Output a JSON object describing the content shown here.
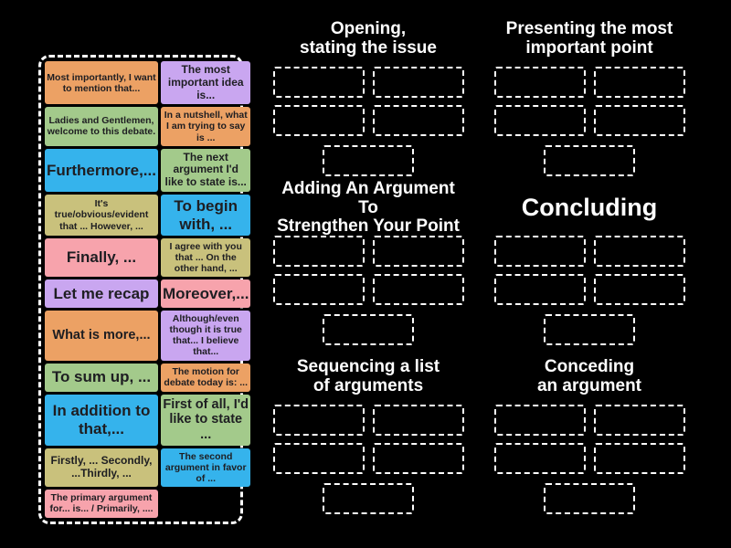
{
  "colors": {
    "orange": "#eca164",
    "lavender": "#c9a6f0",
    "green": "#a3ca8b",
    "blue": "#35b3ec",
    "khaki": "#c9c17c",
    "pink": "#f7a3ac",
    "tile_text": "#1e1e22",
    "header_text": "#ffffff",
    "slot_border": "#ffffff",
    "background": "#000000"
  },
  "tiles": [
    {
      "text": "Most importantly, I want to mention that...",
      "color": "orange",
      "size": "sm"
    },
    {
      "text": "The most important idea is...",
      "color": "lavender",
      "size": "md"
    },
    {
      "text": "Ladies and Gentlemen, welcome to this debate.",
      "color": "green",
      "size": "sm"
    },
    {
      "text": "In a nutshell, what I am trying to say is ...",
      "color": "orange",
      "size": "sm"
    },
    {
      "text": "Furthermore,...",
      "color": "blue",
      "size": "xl"
    },
    {
      "text": "The next argument I'd like to state is...",
      "color": "green",
      "size": "md"
    },
    {
      "text": "It's true/obvious/evident that ... However, ...",
      "color": "khaki",
      "size": "sm"
    },
    {
      "text": "To begin with, ...",
      "color": "blue",
      "size": "xl"
    },
    {
      "text": "Finally, ...",
      "color": "pink",
      "size": "xl"
    },
    {
      "text": "I agree with you that ... On the other hand, ...",
      "color": "khaki",
      "size": "sm"
    },
    {
      "text": "Let me recap",
      "color": "lavender",
      "size": "xl"
    },
    {
      "text": "Moreover,...",
      "color": "pink",
      "size": "xl"
    },
    {
      "text": "What is more,...",
      "color": "orange",
      "size": "lg"
    },
    {
      "text": "Although/even though it is true that... I believe that...",
      "color": "lavender",
      "size": "sm"
    },
    {
      "text": "To sum up, ...",
      "color": "green",
      "size": "xl"
    },
    {
      "text": "The motion for debate today is: ...",
      "color": "orange",
      "size": "sm"
    },
    {
      "text": "In addition to that,...",
      "color": "blue",
      "size": "xl"
    },
    {
      "text": "First of all, I'd like to state ...",
      "color": "green",
      "size": "lg"
    },
    {
      "text": "Firstly, ... Secondly, ...Thirdly, ...",
      "color": "khaki",
      "size": "md"
    },
    {
      "text": "The second argument in favor of ...",
      "color": "blue",
      "size": "sm"
    },
    {
      "text": "The primary argument for... is... / Primarily, ....",
      "color": "pink",
      "size": "sm"
    }
  ],
  "groups": [
    {
      "label": "Opening,\nstating the issue",
      "slot_count": 5
    },
    {
      "label": "Presenting the most\nimportant point",
      "slot_count": 5
    },
    {
      "label": "Adding An Argument To\nStrengthen Your Point",
      "slot_count": 5
    },
    {
      "label": "Concluding",
      "slot_count": 5
    },
    {
      "label": "Sequencing a list\nof arguments",
      "slot_count": 5
    },
    {
      "label": "Conceding\nan argument",
      "slot_count": 5
    }
  ]
}
